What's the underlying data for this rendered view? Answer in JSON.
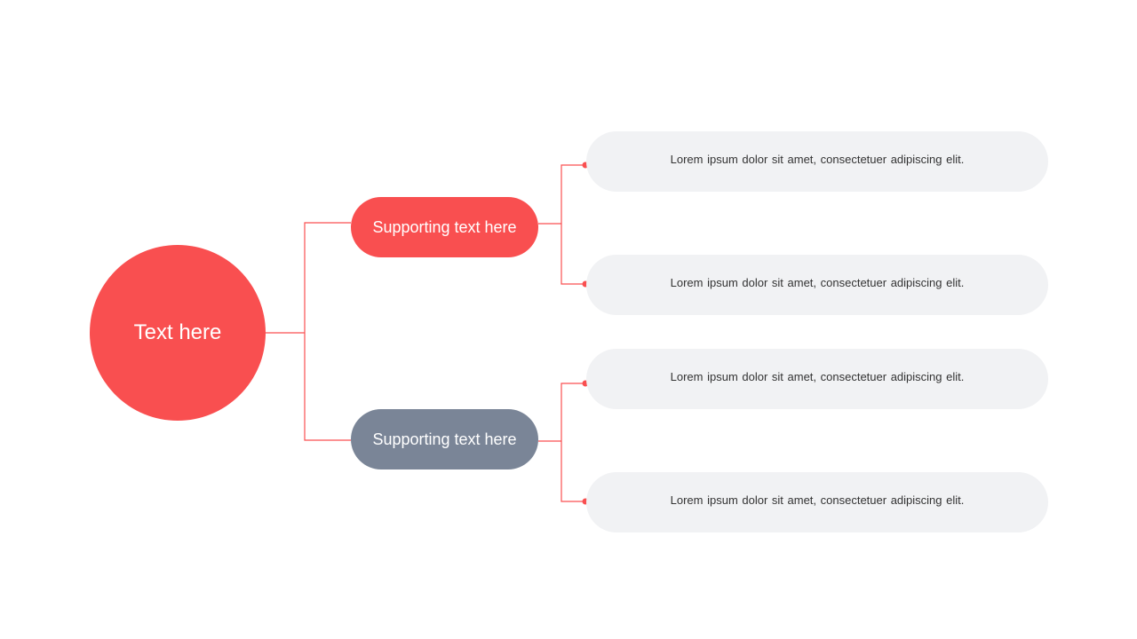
{
  "colors": {
    "accent": "#f94f50",
    "secondary": "#7a8597",
    "leaf_background": "#f1f2f4",
    "leaf_text": "#333333"
  },
  "root": {
    "label": "Text here"
  },
  "branches": [
    {
      "label": "Supporting text here",
      "color": "#f94f50",
      "leaves": [
        {
          "text": "Lorem ipsum  dolor sit amet, consectetuer adipiscing  elit."
        },
        {
          "text": "Lorem ipsum  dolor sit amet, consectetuer adipiscing  elit."
        }
      ]
    },
    {
      "label": "Supporting text here",
      "color": "#7a8597",
      "leaves": [
        {
          "text": "Lorem ipsum  dolor sit amet, consectetuer adipiscing  elit."
        },
        {
          "text": "Lorem ipsum  dolor sit amet, consectetuer adipiscing  elit."
        }
      ]
    }
  ]
}
